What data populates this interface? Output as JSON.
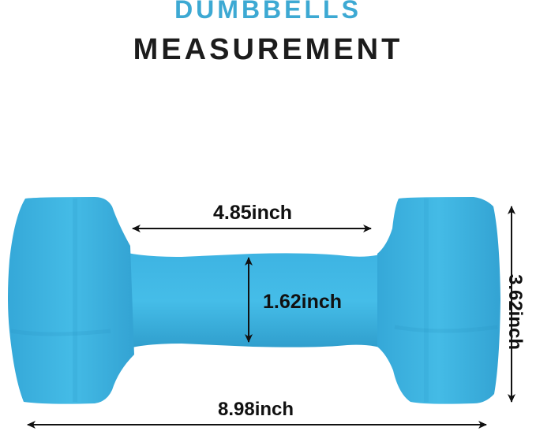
{
  "header": {
    "title_line1": "DUMBBELLS",
    "title_line2": "MEASUREMENT"
  },
  "product": {
    "name": "dumbbell",
    "color": "#3fb4e2"
  },
  "dimensions": {
    "handle_length": "4.85inch",
    "handle_diameter": "1.62inch",
    "total_length": "8.98inch",
    "head_height": "3.62inch"
  },
  "colors": {
    "title_accent": "#3da9d3",
    "title_dark": "#1c1c1c",
    "arrow": "#111111"
  }
}
